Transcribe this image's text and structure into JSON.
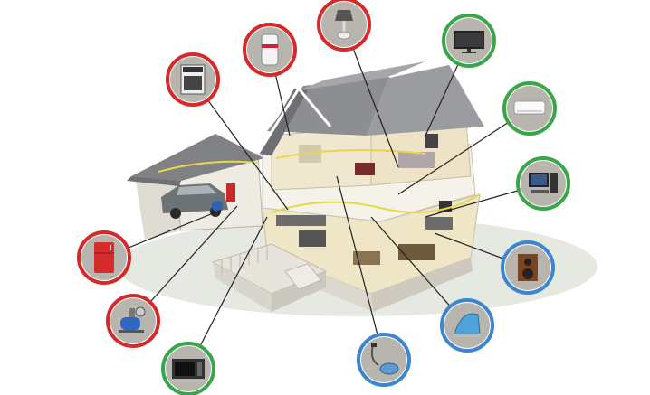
{
  "colors": {
    "red": "#d42a2a",
    "green": "#3aa64a",
    "blue": "#3d86cf",
    "background": "#ffffff",
    "roof": "#8f9194",
    "wall": "#f3f0e8",
    "floor": "#e9d8a8",
    "ground": "#d9ddd4"
  },
  "appliances": [
    {
      "icon": "electric-stove-icon",
      "ring": "red"
    },
    {
      "icon": "water-heater-icon",
      "ring": "red"
    },
    {
      "icon": "table-lamp-icon",
      "ring": "red"
    },
    {
      "icon": "television-icon",
      "ring": "green"
    },
    {
      "icon": "air-conditioner-icon",
      "ring": "green"
    },
    {
      "icon": "desktop-computer-icon",
      "ring": "green"
    },
    {
      "icon": "speaker-icon",
      "ring": "blue"
    },
    {
      "icon": "steam-iron-icon",
      "ring": "blue"
    },
    {
      "icon": "vacuum-cleaner-icon",
      "ring": "blue"
    },
    {
      "icon": "microwave-icon",
      "ring": "green"
    },
    {
      "icon": "water-pump-icon",
      "ring": "red"
    },
    {
      "icon": "refrigerator-icon",
      "ring": "red"
    }
  ]
}
